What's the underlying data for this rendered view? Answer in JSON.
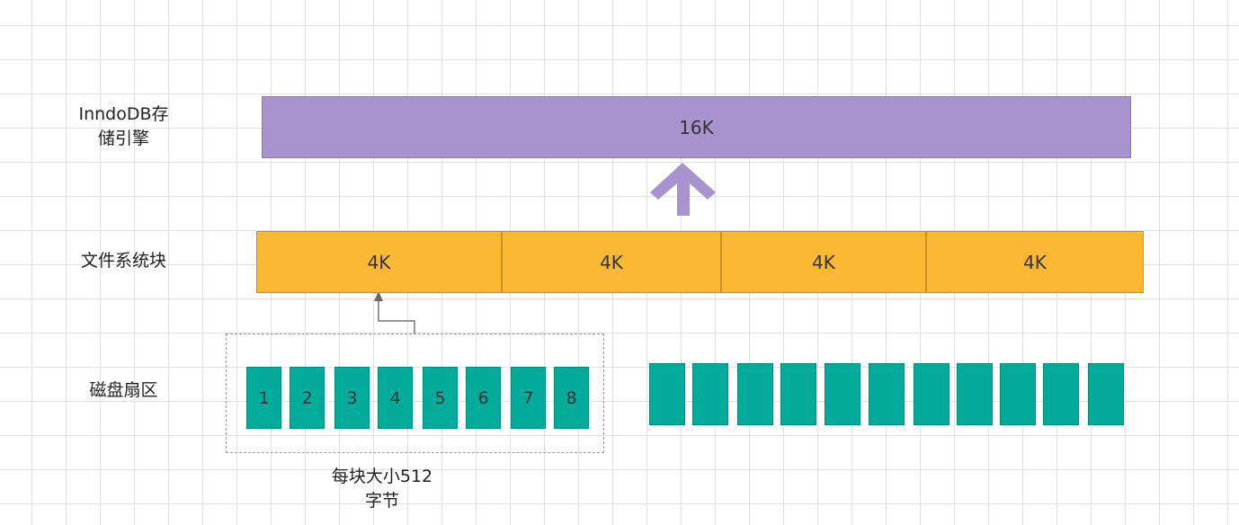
{
  "labels": {
    "innodb": "InndoDB存\n储引擎",
    "filesystem": "文件系统块",
    "disk": "磁盘扇区",
    "sector_size": "每块大小512\n字节"
  },
  "innodb_block": "16K",
  "fs_blocks": [
    "4K",
    "4K",
    "4K",
    "4K"
  ],
  "sectors_labeled": [
    "1",
    "2",
    "3",
    "4",
    "5",
    "6",
    "7",
    "8"
  ],
  "sectors_unlabeled_count": 11,
  "colors": {
    "innodb": "#a893ce",
    "filesystem": "#fbb832",
    "sector": "#02ab9a",
    "arrow": "#a893ce"
  }
}
